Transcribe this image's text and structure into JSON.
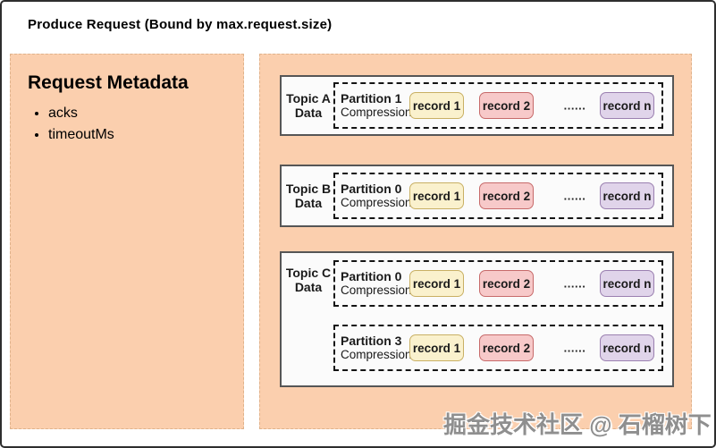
{
  "header": {
    "title": "Produce Request (Bound by max.request.size)"
  },
  "metadata": {
    "heading": "Request Metadata",
    "items": [
      "acks",
      "timeoutMs"
    ]
  },
  "topics": [
    {
      "label_top": "Topic A",
      "label_bottom": "Data",
      "partitions": [
        {
          "name": "Partition 1",
          "compression": "Compression",
          "records": [
            "record 1",
            "record 2",
            "......",
            "record n"
          ]
        }
      ]
    },
    {
      "label_top": "Topic B",
      "label_bottom": "Data",
      "partitions": [
        {
          "name": "Partition 0",
          "compression": "Compression",
          "records": [
            "record 1",
            "record 2",
            "......",
            "record n"
          ]
        }
      ]
    },
    {
      "label_top": "Topic C",
      "label_bottom": "Data",
      "partitions": [
        {
          "name": "Partition 0",
          "compression": "Compression",
          "records": [
            "record 1",
            "record 2",
            "......",
            "record n"
          ]
        },
        {
          "name": "Partition 3",
          "compression": "Compression",
          "records": [
            "record 1",
            "record 2",
            "......",
            "record n"
          ]
        }
      ]
    }
  ],
  "watermark": {
    "text": "掘金技术社区 @ 石榴树下"
  },
  "colors": {
    "panel_bg": "#FBCFAE",
    "topic_box_bg": "#FBFBFB",
    "topic_box_border": "#565656",
    "record_yellow_bg": "#FAF1CD",
    "record_yellow_border": "#C9B064",
    "record_pink_bg": "#F7C9C9",
    "record_pink_border": "#C76A6A",
    "record_purple_bg": "#E0D4EA",
    "record_purple_border": "#9B80B0",
    "watermark_text": "#8f8f8f"
  }
}
